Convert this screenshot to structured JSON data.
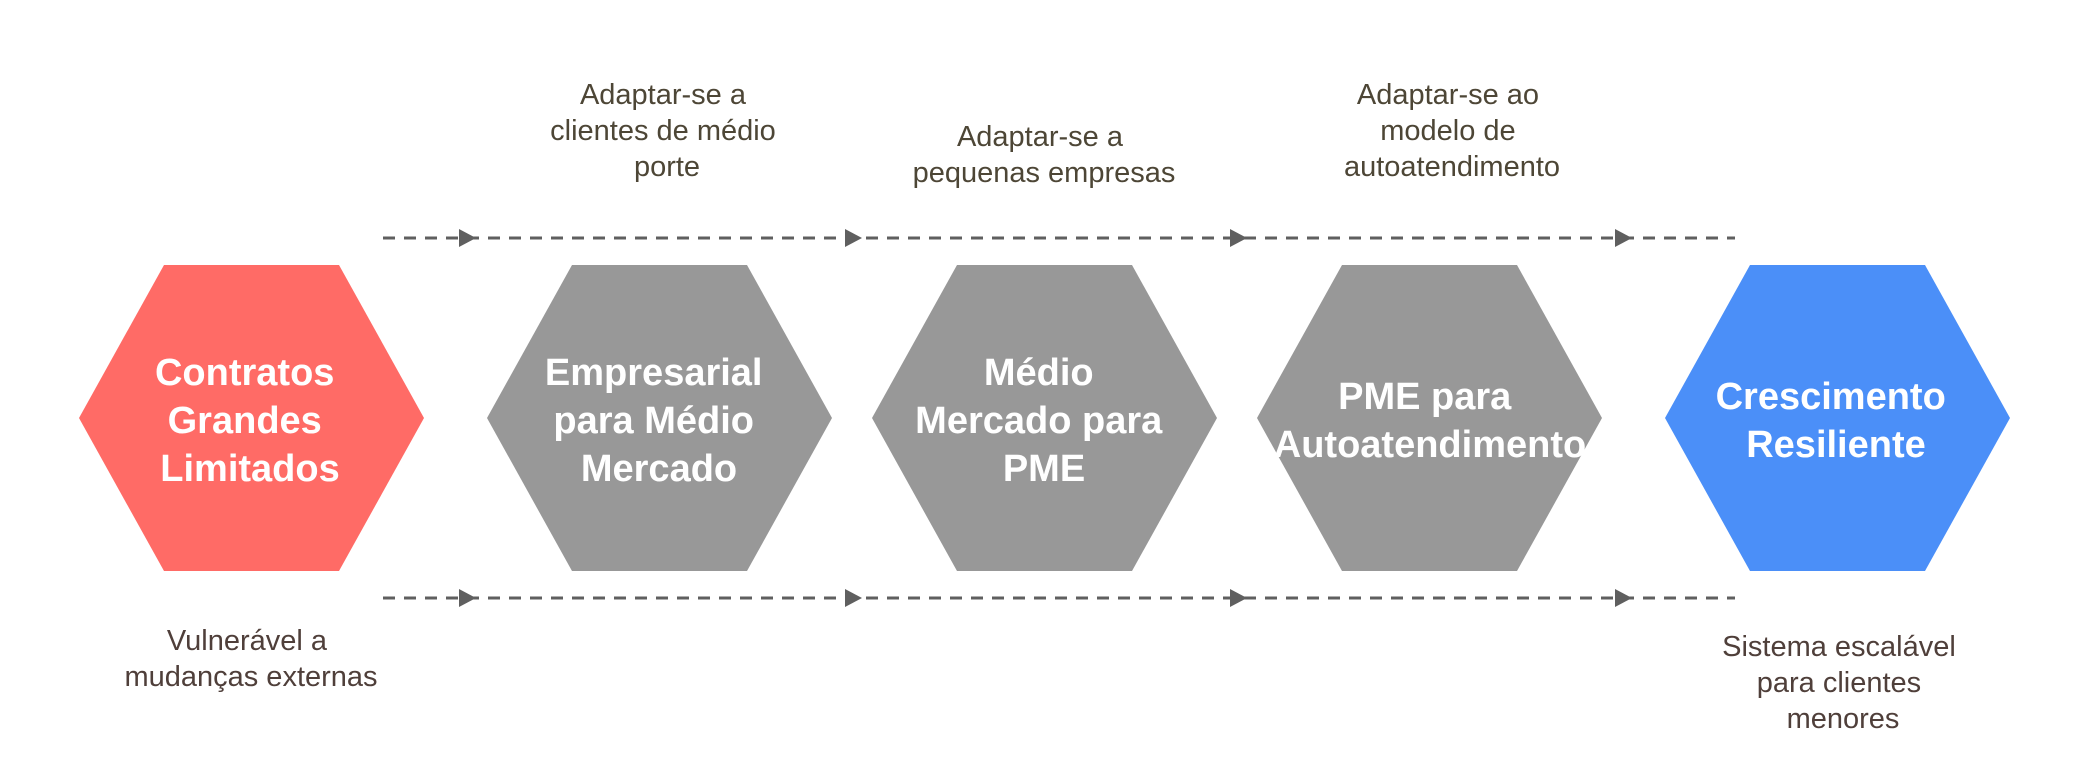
{
  "stages": [
    {
      "lines": [
        "Contratos",
        "Grandes",
        "Limitados"
      ],
      "color": "#ff6b66"
    },
    {
      "lines": [
        "Empresarial",
        "para Médio",
        "Mercado"
      ],
      "color": "#989898"
    },
    {
      "lines": [
        "Médio",
        "Mercado para",
        "PME"
      ],
      "color": "#989898"
    },
    {
      "lines": [
        "PME para",
        "Autoatendimento"
      ],
      "color": "#989898"
    },
    {
      "lines": [
        "Crescimento",
        "Resiliente"
      ],
      "color": "#4b8ff8"
    }
  ],
  "transitions": [
    {
      "lines": [
        "Adaptar-se a",
        "clientes de médio",
        "porte"
      ]
    },
    {
      "lines": [
        "Adaptar-se a",
        "pequenas empresas"
      ]
    },
    {
      "lines": [
        "Adaptar-se ao",
        "modelo de",
        "autoatendimento"
      ]
    }
  ],
  "start_note": {
    "lines": [
      "Vulnerável a",
      "mudanças externas"
    ]
  },
  "end_note": {
    "lines": [
      "Sistema escalável",
      "para clientes",
      "menores"
    ]
  }
}
